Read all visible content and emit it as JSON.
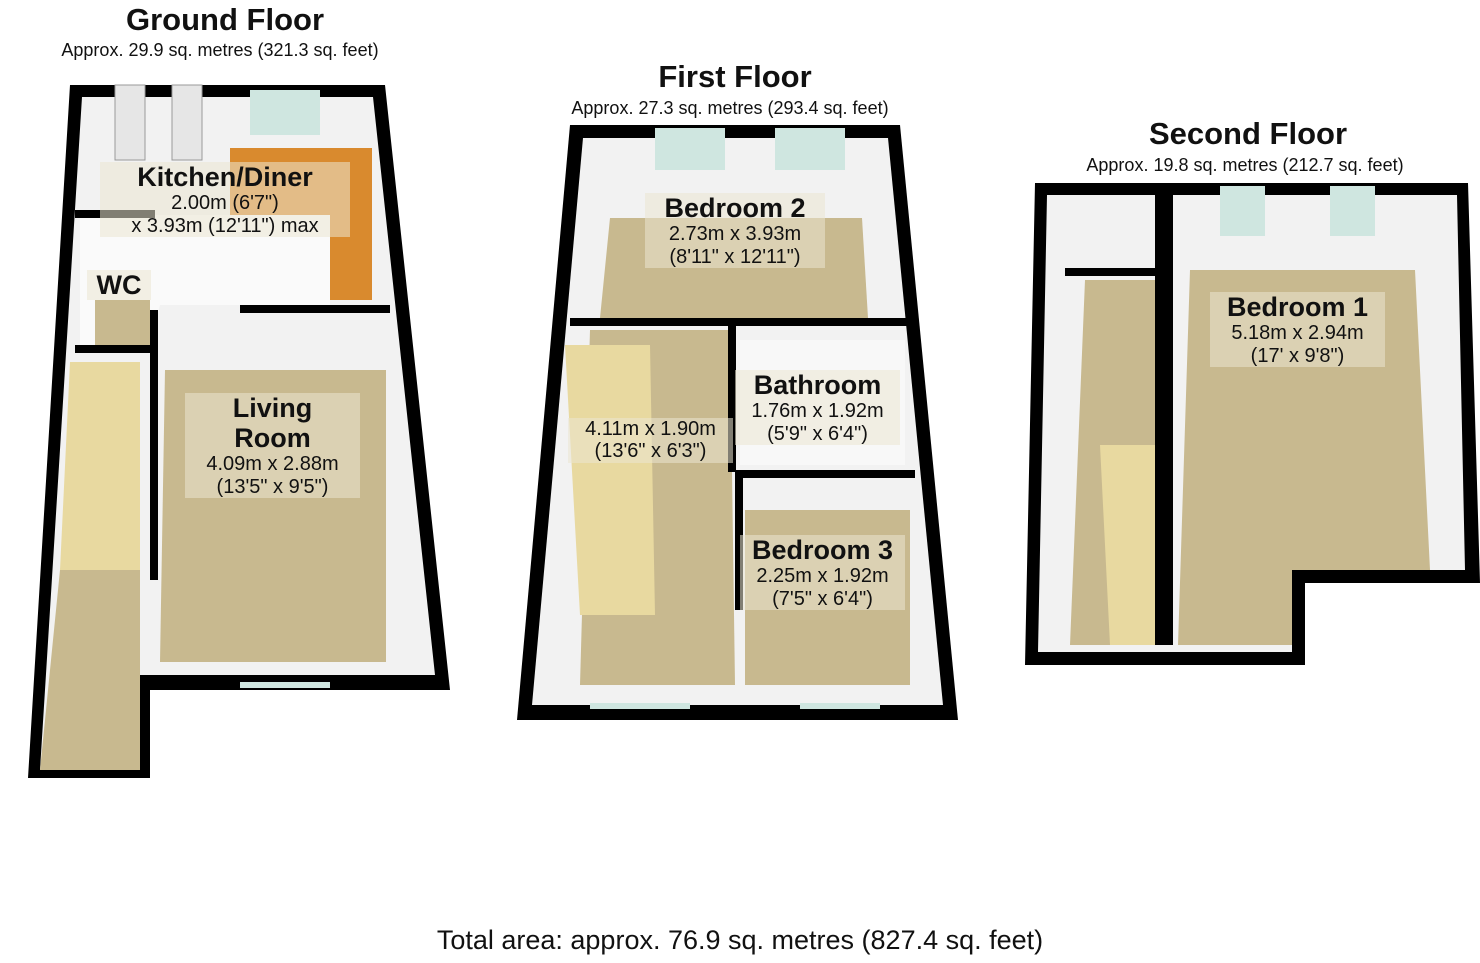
{
  "floors": {
    "ground": {
      "title": "Ground Floor",
      "area": "Approx. 29.9 sq. metres (321.3 sq. feet)",
      "rooms": {
        "kitchen": {
          "name": "Kitchen/Diner",
          "dim1": "2.00m (6'7\")",
          "dim2": "x 3.93m (12'11\") max"
        },
        "wc": {
          "name": "WC"
        },
        "living": {
          "name1": "Living",
          "name2": "Room",
          "dim1": "4.09m x 2.88m",
          "dim2": "(13'5\" x 9'5\")"
        }
      }
    },
    "first": {
      "title": "First Floor",
      "area": "Approx. 27.3 sq. metres (293.4 sq. feet)",
      "rooms": {
        "bedroom2": {
          "name": "Bedroom 2",
          "dim1": "2.73m x 3.93m",
          "dim2": "(8'11\" x 12'11\")"
        },
        "landing": {
          "dim1": "4.11m x 1.90m",
          "dim2": "(13'6\" x 6'3\")"
        },
        "bathroom": {
          "name": "Bathroom",
          "dim1": "1.76m x 1.92m",
          "dim2": "(5'9\" x 6'4\")"
        },
        "bedroom3": {
          "name": "Bedroom 3",
          "dim1": "2.25m x 1.92m",
          "dim2": "(7'5\" x 6'4\")"
        }
      }
    },
    "second": {
      "title": "Second Floor",
      "area": "Approx. 19.8 sq. metres (212.7 sq. feet)",
      "rooms": {
        "bedroom1": {
          "name": "Bedroom 1",
          "dim1": "5.18m x 2.94m",
          "dim2": "(17' x 9'8\")"
        }
      }
    }
  },
  "total_area": "Total area: approx. 76.9 sq. metres (827.4 sq. feet)",
  "colors": {
    "wall": "#000000",
    "carpet": "#c8b98f",
    "wall_face": "#f4f4f4",
    "worktop": "#d98a2e",
    "stairs": "#e8d9a0",
    "window": "#cfe6e0"
  }
}
